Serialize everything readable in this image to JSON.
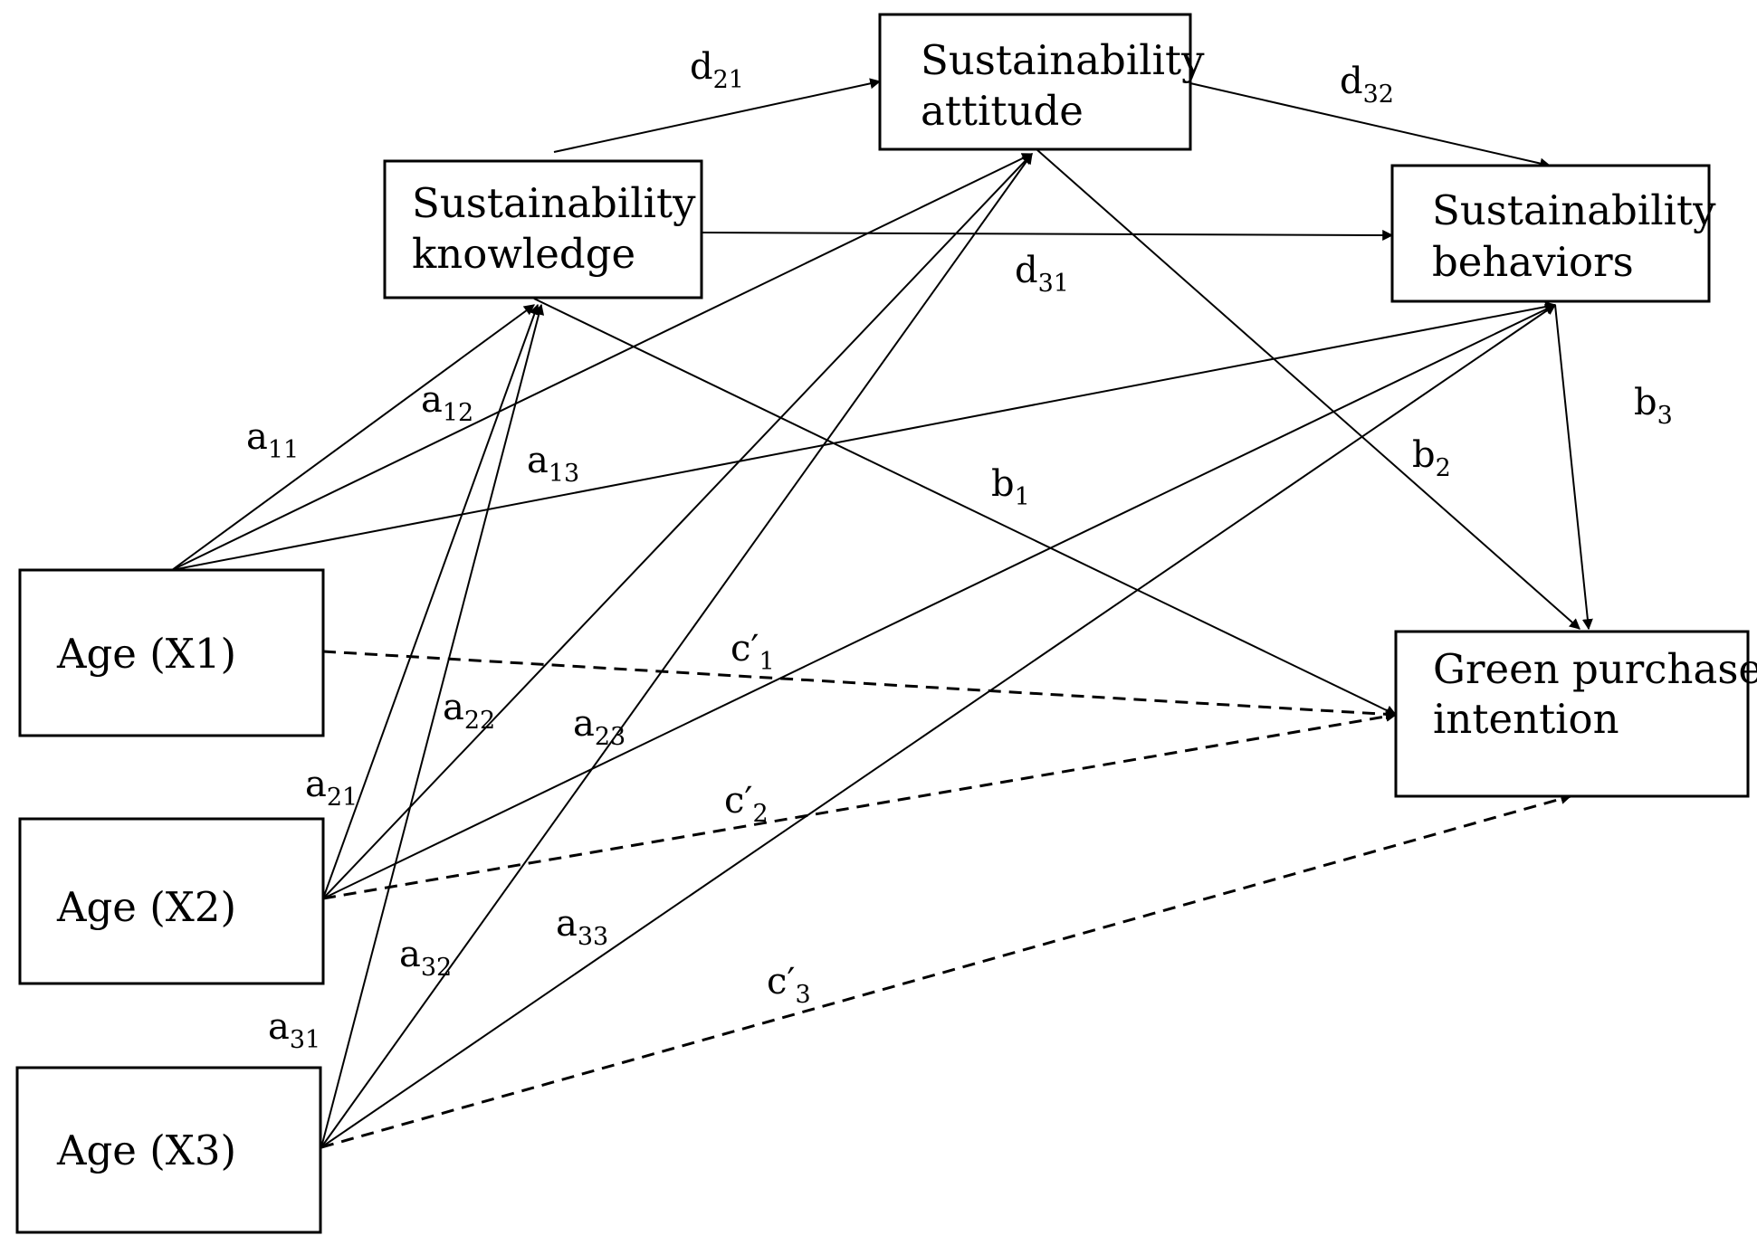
{
  "nodes": {
    "know": {
      "lines": [
        "Sustainability",
        "knowledge"
      ]
    },
    "att": {
      "lines": [
        "Sustainability",
        "attitude"
      ]
    },
    "beh": {
      "lines": [
        "Sustainability",
        "behaviors"
      ]
    },
    "gpi": {
      "lines": [
        "Green purchase",
        "intention"
      ]
    },
    "x1": {
      "lines": [
        "Age (X1)"
      ]
    },
    "x2": {
      "lines": [
        "Age (X2)"
      ]
    },
    "x3": {
      "lines": [
        "Age (X3)"
      ]
    }
  },
  "paths": [
    {
      "id": "a11",
      "from": "x1",
      "to": "know",
      "base": "a",
      "sub": "11",
      "style": "solid"
    },
    {
      "id": "a12",
      "from": "x1",
      "to": "att",
      "base": "a",
      "sub": "12",
      "style": "solid"
    },
    {
      "id": "a13",
      "from": "x1",
      "to": "beh",
      "base": "a",
      "sub": "13",
      "style": "solid"
    },
    {
      "id": "a21",
      "from": "x2",
      "to": "know",
      "base": "a",
      "sub": "21",
      "style": "solid"
    },
    {
      "id": "a22",
      "from": "x2",
      "to": "att",
      "base": "a",
      "sub": "22",
      "style": "solid"
    },
    {
      "id": "a23",
      "from": "x2",
      "to": "beh",
      "base": "a",
      "sub": "23",
      "style": "solid"
    },
    {
      "id": "a31",
      "from": "x3",
      "to": "know",
      "base": "a",
      "sub": "31",
      "style": "solid"
    },
    {
      "id": "a32",
      "from": "x3",
      "to": "att",
      "base": "a",
      "sub": "32",
      "style": "solid"
    },
    {
      "id": "a33",
      "from": "x3",
      "to": "beh",
      "base": "a",
      "sub": "33",
      "style": "solid"
    },
    {
      "id": "d21",
      "from": "know",
      "to": "att",
      "base": "d",
      "sub": "21",
      "style": "solid"
    },
    {
      "id": "d31",
      "from": "know",
      "to": "beh",
      "base": "d",
      "sub": "31",
      "style": "solid"
    },
    {
      "id": "d32",
      "from": "att",
      "to": "beh",
      "base": "d",
      "sub": "32",
      "style": "solid"
    },
    {
      "id": "b1",
      "from": "know",
      "to": "gpi",
      "base": "b",
      "sub": "1",
      "style": "solid"
    },
    {
      "id": "b2",
      "from": "att",
      "to": "gpi",
      "base": "b",
      "sub": "2",
      "style": "solid"
    },
    {
      "id": "b3",
      "from": "beh",
      "to": "gpi",
      "base": "b",
      "sub": "3",
      "style": "solid"
    },
    {
      "id": "c1",
      "from": "x1",
      "to": "gpi",
      "base": "c′",
      "sub": "1",
      "style": "dashed"
    },
    {
      "id": "c2",
      "from": "x2",
      "to": "gpi",
      "base": "c′",
      "sub": "2",
      "style": "dashed"
    },
    {
      "id": "c3",
      "from": "x3",
      "to": "gpi",
      "base": "c′",
      "sub": "3",
      "style": "dashed"
    }
  ]
}
